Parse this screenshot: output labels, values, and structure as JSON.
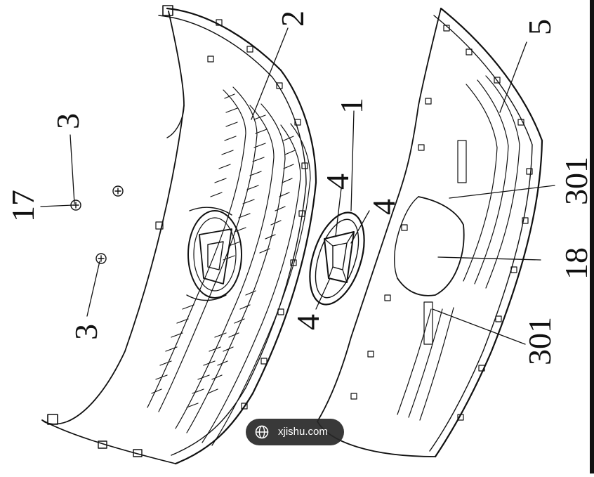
{
  "figure": {
    "labels": {
      "l1": "1",
      "l2": "2",
      "l3a": "3",
      "l3b": "3",
      "l4a": "4",
      "l4b": "4",
      "l4c": "4",
      "l5": "5",
      "l17": "17",
      "l18": "18",
      "l301a": "301",
      "l301b": "301"
    },
    "colors": {
      "ink": "#111111",
      "paper": "#ffffff",
      "badge_bg": "#282828"
    }
  },
  "watermark": {
    "icon": "globe-icon",
    "text": "xjishu.com"
  }
}
